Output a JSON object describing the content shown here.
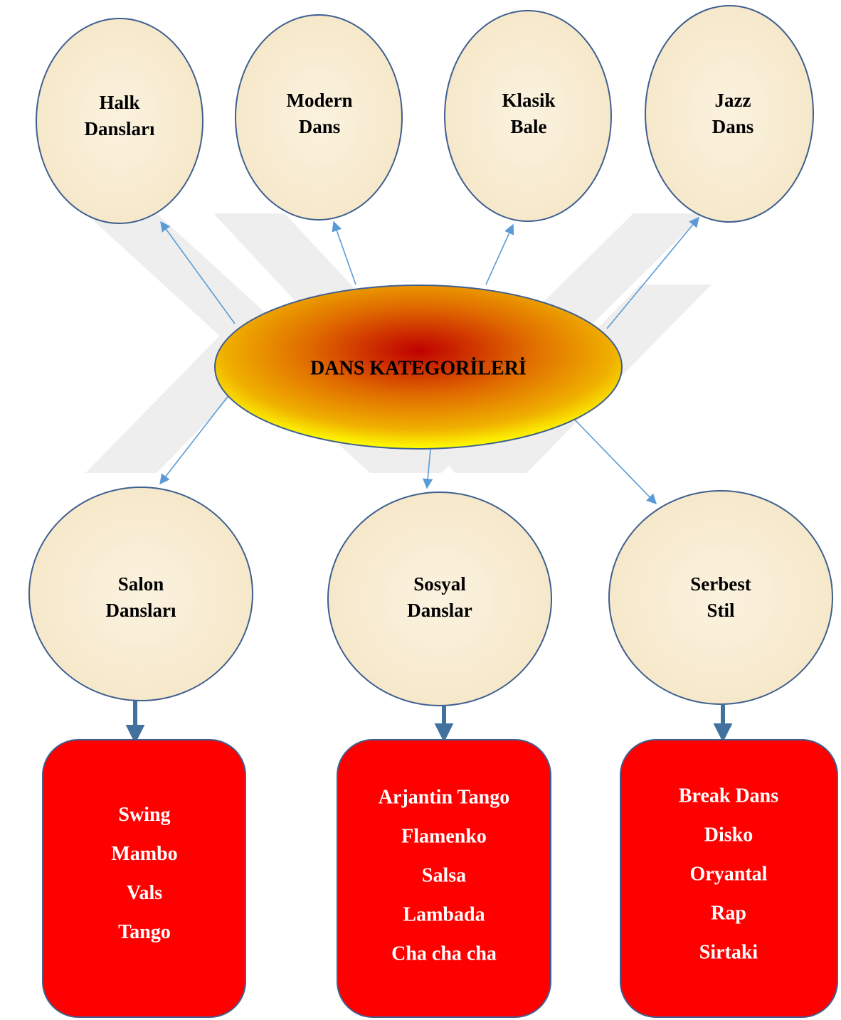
{
  "center": {
    "label": "DANS KATEGORİLERİ"
  },
  "top_categories": [
    {
      "line1": "Halk",
      "line2": "Dansları"
    },
    {
      "line1": "Modern",
      "line2": "Dans"
    },
    {
      "line1": "Klasik",
      "line2": "Bale"
    },
    {
      "line1": "Jazz",
      "line2": "Dans"
    }
  ],
  "bottom_categories": [
    {
      "line1": "Salon",
      "line2": "Dansları",
      "items": [
        "Swing",
        "Mambo",
        "Vals",
        "Tango"
      ]
    },
    {
      "line1": "Sosyal",
      "line2": "Danslar",
      "items": [
        "Arjantin Tango",
        "Flamenko",
        "Salsa",
        "Lambada",
        "Cha cha cha"
      ]
    },
    {
      "line1": "Serbest",
      "line2": "Stil",
      "items": [
        "Break Dans",
        "Disko",
        "Oryantal",
        "Rap",
        "Sirtaki"
      ]
    }
  ],
  "colors": {
    "node_fill": "#fbf1dc",
    "node_stroke": "#3f5f8f",
    "arrow": "#5b9bd5",
    "box_fill": "#ff0000",
    "center_inner": "#c00000",
    "center_mid": "#e68a00",
    "center_outer": "#ffff00"
  }
}
